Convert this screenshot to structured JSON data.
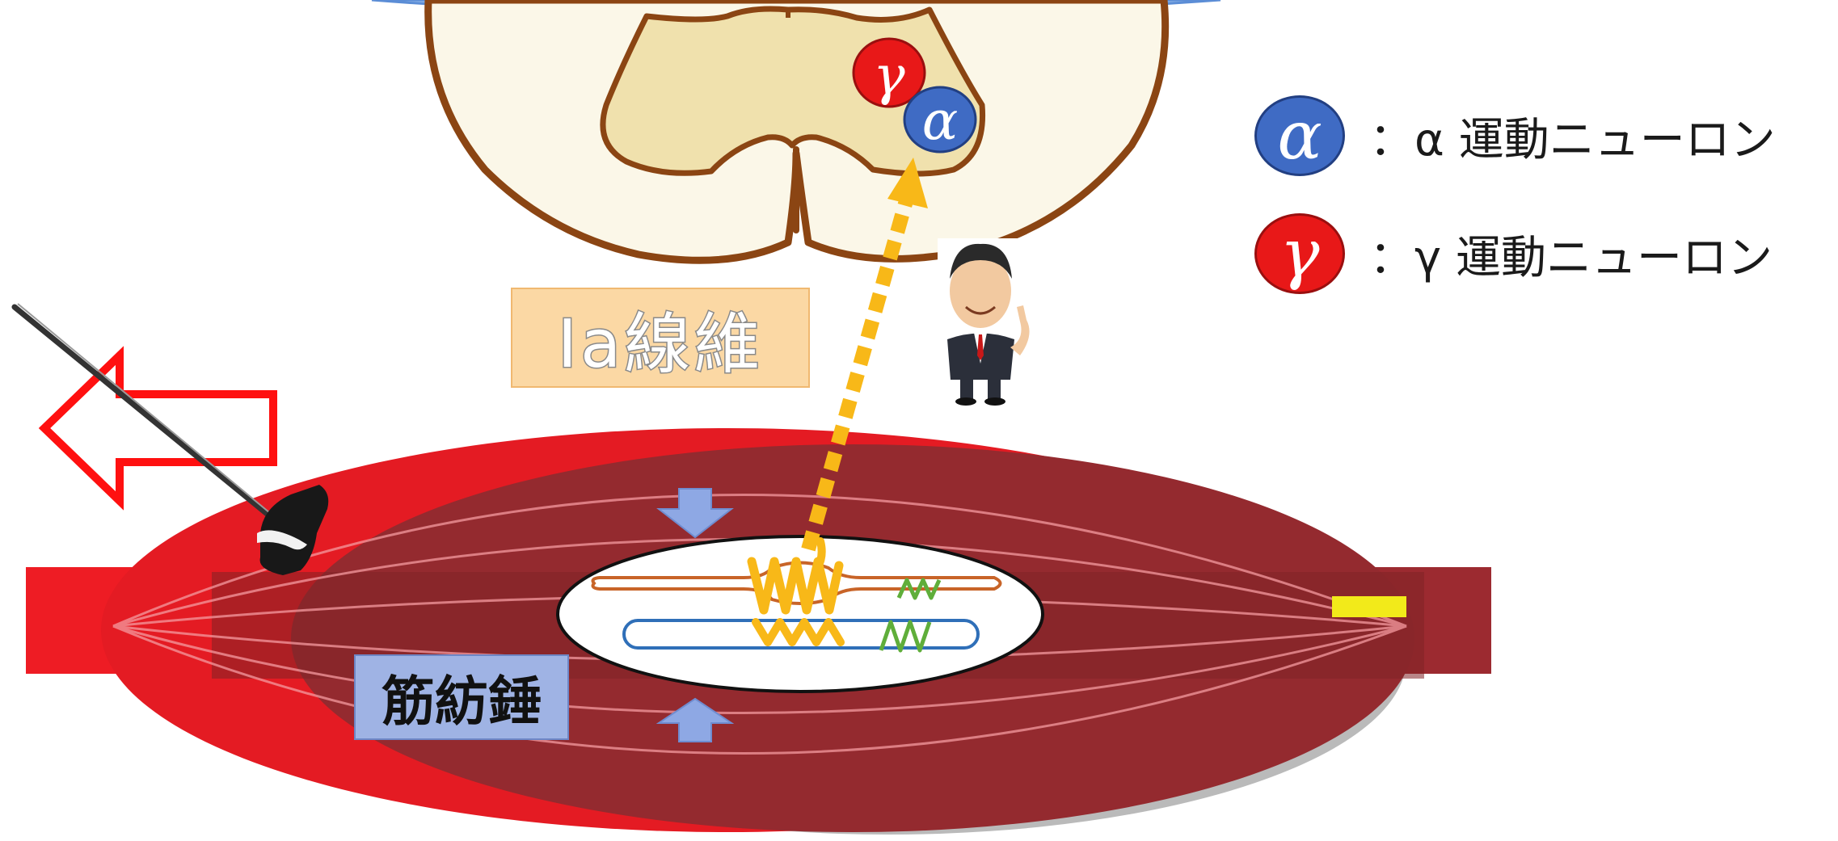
{
  "labels": {
    "fiber": "Ⅰa線維",
    "spindle": "筋紡錘"
  },
  "legend": [
    {
      "symbol": "α",
      "text": "：α 運動ニューロン",
      "color": "#3f6bc4"
    },
    {
      "symbol": "γ",
      "text": "：γ 運動ニューロン",
      "color": "#e81818"
    }
  ],
  "neurons": {
    "alpha_symbol": "α",
    "gamma_symbol": "γ"
  },
  "colors": {
    "muscle": "#942a2f",
    "tendon": "#ee1c24",
    "spinal_cord": "#efe2b2",
    "spinal_outline": "#8b4513",
    "signal_arrow": "#f8b818",
    "stretch_arrow": "#ff0000",
    "spindle_fiber_top": "#c86428",
    "spindle_fiber_bottom": "#2f6fb8",
    "coil_green": "#5fae3a"
  }
}
